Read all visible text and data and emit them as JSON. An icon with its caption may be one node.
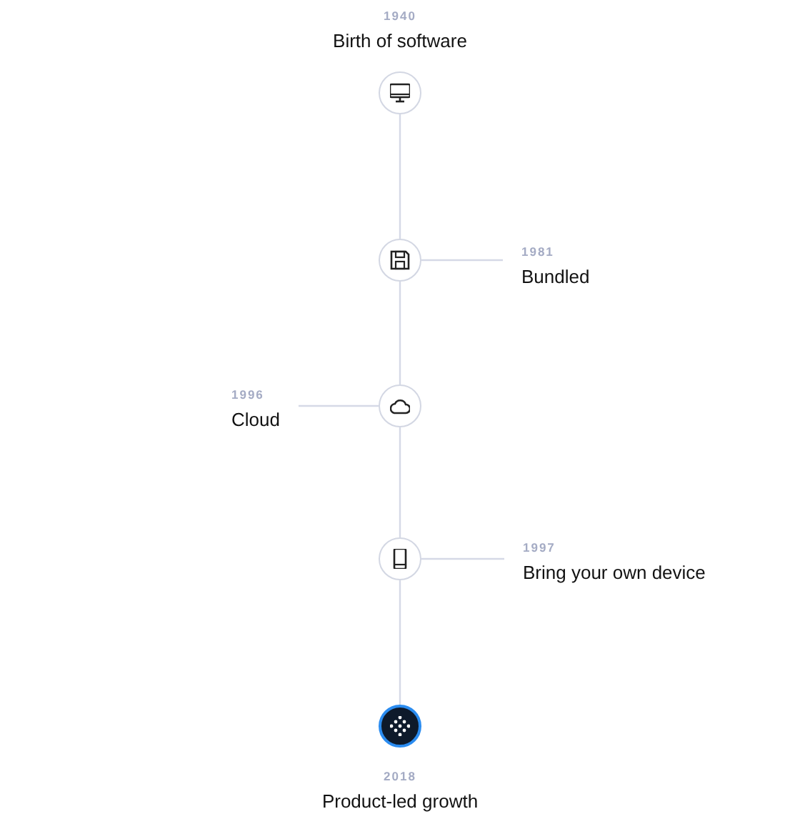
{
  "diagram": {
    "nodes": [
      {
        "text": [],
        "shape": "circle",
        "beside": [
          "1940",
          "Birth of software"
        ]
      },
      {
        "text": [],
        "shape": "circle"
      },
      {
        "text": [
          "1981",
          "Bundled"
        ]
      },
      {
        "text": [],
        "shape": "circle"
      },
      {
        "text": [
          "1996",
          "Cloud"
        ]
      },
      {
        "text": [],
        "shape": "circle"
      },
      {
        "text": [
          "1997",
          "Bring your own device"
        ]
      },
      {
        "text": [],
        "shape": "circle",
        "beside": [
          "2018",
          "Product-led growth"
        ]
      }
    ],
    "edges": [
      {
        "from": 0,
        "to": 1,
        "arrow": "none"
      },
      {
        "from": 1,
        "to": 2,
        "arrow": "none"
      },
      {
        "from": 1,
        "to": 3,
        "arrow": "none"
      },
      {
        "from": 3,
        "to": 4,
        "arrow": "none"
      },
      {
        "from": 3,
        "to": 5,
        "arrow": "none"
      },
      {
        "from": 5,
        "to": 6,
        "arrow": "none"
      },
      {
        "from": 5,
        "to": 7,
        "arrow": "none"
      }
    ]
  }
}
